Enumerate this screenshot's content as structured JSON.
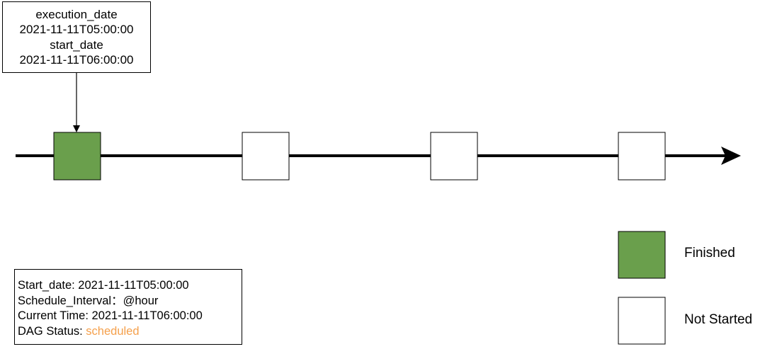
{
  "callout": {
    "execution_date_label": "execution_date",
    "execution_date_value": "2021-11-11T05:00:00",
    "start_date_label": "start_date",
    "start_date_value": "2021-11-11T06:00:00"
  },
  "timeline": {
    "runs": [
      {
        "status": "finished"
      },
      {
        "status": "not_started"
      },
      {
        "status": "not_started"
      },
      {
        "status": "not_started"
      }
    ]
  },
  "legend": {
    "finished_label": "Finished",
    "not_started_label": "Not Started"
  },
  "info": {
    "start_date": "Start_date: 2021-11-11T05:00:00",
    "schedule_interval": "Schedule_Interval：@hour",
    "current_time": "Current Time: 2021-11-11T06:00:00",
    "dag_status_label": "DAG Status: ",
    "dag_status_value": "scheduled"
  },
  "colors": {
    "finished": "#6a9f4c",
    "not_started": "#ffffff",
    "status_scheduled": "#f5a04c",
    "line": "#000000"
  }
}
